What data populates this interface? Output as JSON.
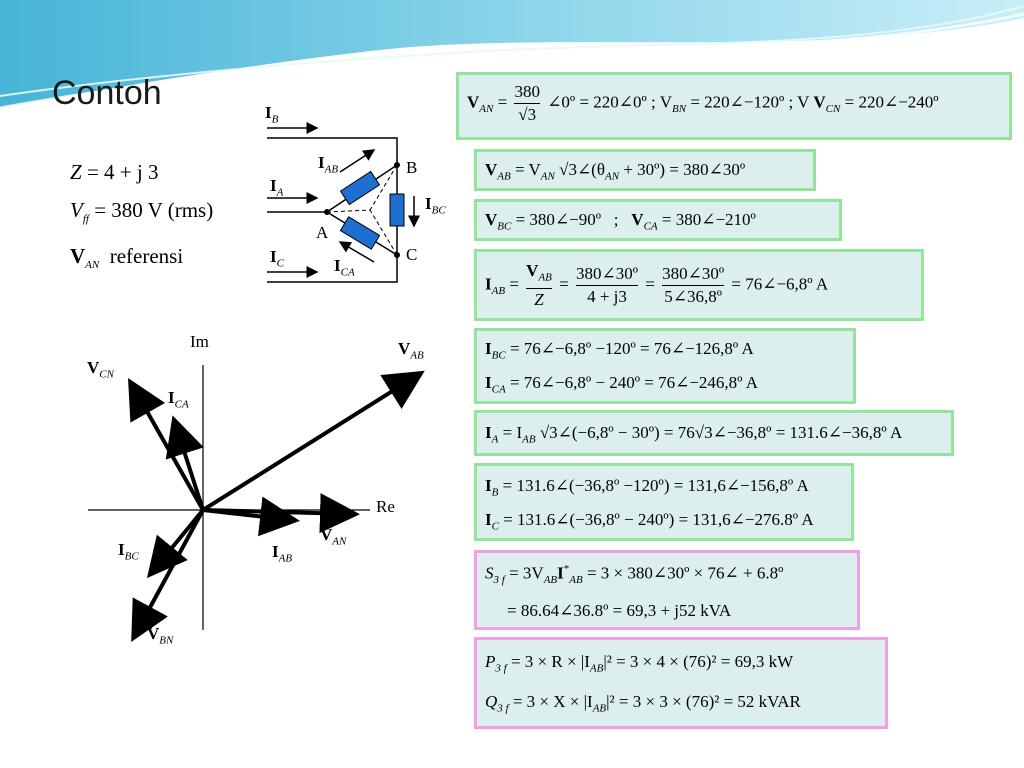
{
  "slide": {
    "title": "Contoh"
  },
  "given": {
    "z_lhs": "Z",
    "z_rhs": "= 4 + j 3",
    "vff_lhs": "V",
    "vff_sub": "ff",
    "vff_rhs": "= 380 V (rms)",
    "van_lhs": "V",
    "van_sub": "AN",
    "van_rhs": "referensi"
  },
  "circuit": {
    "label_ib": "I",
    "label_ib_sub": "B",
    "label_ia": "I",
    "label_ia_sub": "A",
    "label_ic": "I",
    "label_ic_sub": "C",
    "label_iab": "I",
    "label_iab_sub": "AB",
    "label_ibc": "I",
    "label_ibc_sub": "BC",
    "label_ica": "I",
    "label_ica_sub": "CA",
    "node_a": "A",
    "node_b": "B",
    "node_c": "C"
  },
  "phasor": {
    "axis_re": "Re",
    "axis_im": "Im",
    "v_ab": "V",
    "v_ab_sub": "AB",
    "v_an": "V",
    "v_an_sub": "AN",
    "v_cn": "V",
    "v_cn_sub": "CN",
    "v_bn": "V",
    "v_bn_sub": "BN",
    "i_ca": "I",
    "i_ca_sub": "CA",
    "i_bc": "I",
    "i_bc_sub": "BC",
    "i_ab": "I",
    "i_ab_sub": "AB"
  },
  "equations": {
    "eq1": {
      "num": "380",
      "den": "√3",
      "rest": "∠0º = 220∠0º ; V",
      "bn": "BN",
      "rest2": "= 220∠−120º ; V",
      "cn": "CN",
      "rest3": "= 220∠−240º"
    },
    "eq2": {
      "text": "= V",
      "sub": "AN",
      "rest": "√3∠(θ",
      "sub2": "AN",
      "rest2": "+ 30º) = 380∠30º"
    },
    "eq3": {
      "a": "= 380∠−90º",
      "mid": ";",
      "ca": "CA",
      "b": "= 380∠−210º"
    },
    "eq4": {
      "num1": "V",
      "num1_sub": "AB",
      "den1": "Z",
      "num2": "380∠30º",
      "den2": "4 + j3",
      "num3": "380∠30º",
      "den3": "5∠36,8º",
      "result": "= 76∠−6,8º  A"
    },
    "eq5": {
      "l1": "= 76∠−6,8º −120º = 76∠−126,8º  A",
      "l2": "= 76∠−6,8º − 240º = 76∠−246,8º  A"
    },
    "eq6": {
      "text": "= I",
      "sub": "AB",
      "rest": "√3∠(−6,8º − 30º) = 76√3∠−36,8º = 131.6∠−36,8º  A"
    },
    "eq7": {
      "l1": "= 131.6∠(−36,8º −120º) = 131,6∠−156,8º  A",
      "l2": "= 131.6∠(−36,8º − 240º) = 131,6∠−276.8º  A"
    },
    "eq8": {
      "lhs": "S",
      "lhs_sub": "3 f",
      "mid": "= 3V",
      "mid_sub": "AB",
      "mid2": "I",
      "mid2_sub": "AB",
      "mid2_sup": "*",
      "rest": "= 3 × 380∠30º × 76∠ + 6.8º",
      "l2": "= 86.64∠36.8º  = 69,3 + j52  kVA"
    },
    "eq9": {
      "p_lhs": "P",
      "p_sub": "3 f",
      "p_rest": "= 3 × R × |I",
      "p_sub2": "AB",
      "p_rest2": "|² = 3 × 4 × (76)² = 69,3  kW",
      "q_lhs": "Q",
      "q_sub": "3 f",
      "q_rest": "= 3 × X × |I",
      "q_sub2": "AB",
      "q_rest2": "|² = 3 × 3 × (76)² = 52  kVAR"
    }
  },
  "colors": {
    "green_border": "#92e59a",
    "pink_border": "#f0a0e6",
    "box_fill": "#dcefee",
    "resistor": "#1f6fd1"
  }
}
